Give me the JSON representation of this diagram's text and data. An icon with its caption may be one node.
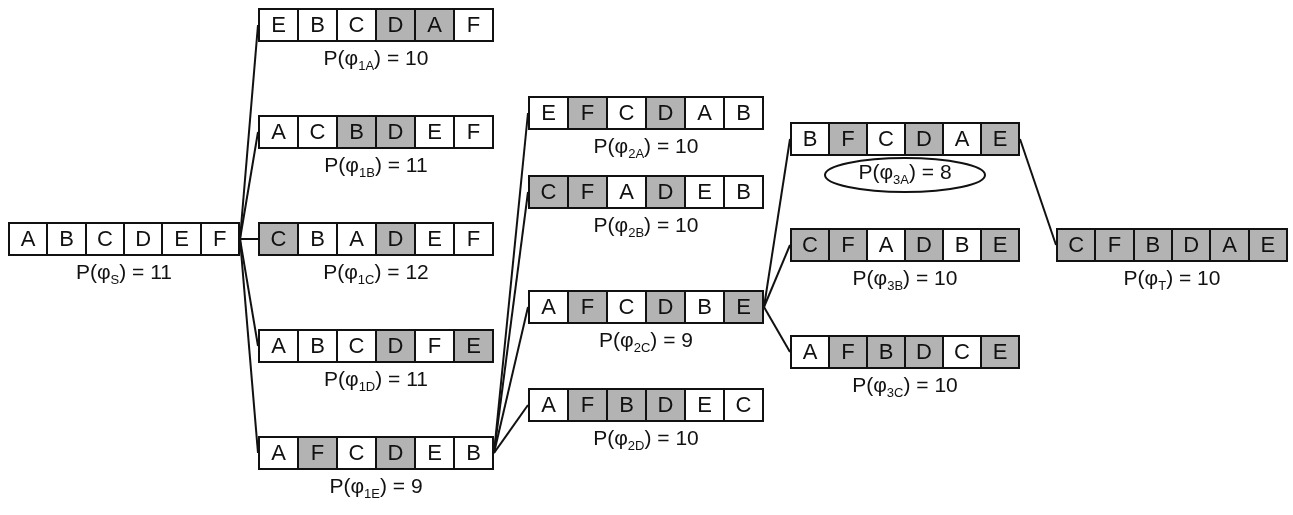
{
  "diagram": {
    "nodes": [
      {
        "text": [
          "A",
          "B",
          "C",
          "D",
          "E",
          "F"
        ],
        "beside": [
          "P(φ$_{S}$) = 11"
        ]
      },
      {
        "text": [
          "E",
          "B",
          "C",
          "D",
          "A",
          "F"
        ],
        "beside": [
          "P(φ$_{1A}$) = 10"
        ]
      },
      {
        "text": [
          "A",
          "C",
          "B",
          "D",
          "E",
          "F"
        ],
        "beside": [
          "P(φ$_{1B}$) = 11"
        ]
      },
      {
        "text": [
          "C",
          "B",
          "A",
          "D",
          "E",
          "F"
        ],
        "beside": [
          "P(φ$_{1C}$) = 12"
        ]
      },
      {
        "text": [
          "A",
          "B",
          "C",
          "D",
          "F",
          "E"
        ],
        "beside": [
          "P(φ$_{1D}$) = 11"
        ]
      },
      {
        "text": [
          "A",
          "F",
          "C",
          "D",
          "E",
          "B"
        ],
        "beside": [
          "P(φ$_{1E}$) = 9"
        ]
      },
      {
        "text": [
          "E",
          "F",
          "C",
          "D",
          "A",
          "B"
        ],
        "beside": [
          "P(φ$_{2A}$) = 10"
        ]
      },
      {
        "text": [
          "C",
          "F",
          "A",
          "D",
          "E",
          "B"
        ],
        "beside": [
          "P(φ$_{2B}$) = 10"
        ]
      },
      {
        "text": [
          "A",
          "F",
          "C",
          "D",
          "B",
          "E"
        ],
        "beside": [
          "P(φ$_{2C}$) = 9"
        ]
      },
      {
        "text": [
          "A",
          "F",
          "B",
          "D",
          "E",
          "C"
        ],
        "beside": [
          "P(φ$_{2D}$) = 10"
        ]
      },
      {
        "text": [
          "B",
          "F",
          "C",
          "D",
          "A",
          "E"
        ],
        "beside": [
          "P(φ$_{3A}$) = 8"
        ]
      },
      {
        "text": [
          "C",
          "F",
          "A",
          "D",
          "B",
          "E"
        ],
        "beside": [
          "P(φ$_{3B}$) = 10"
        ]
      },
      {
        "text": [
          "A",
          "F",
          "B",
          "D",
          "C",
          "E"
        ],
        "beside": [
          "P(φ$_{3C}$) = 10"
        ]
      },
      {
        "text": [
          "C",
          "F",
          "B",
          "D",
          "A",
          "E"
        ],
        "beside": [
          "P(φ$_{T}$) = 10"
        ]
      }
    ],
    "edges": [
      {
        "from": 0,
        "to": 1,
        "arrow": "none"
      },
      {
        "from": 0,
        "to": 2,
        "arrow": "none"
      },
      {
        "from": 0,
        "to": 3,
        "arrow": "none"
      },
      {
        "from": 0,
        "to": 4,
        "arrow": "none"
      },
      {
        "from": 0,
        "to": 5,
        "arrow": "none"
      },
      {
        "from": 5,
        "to": 6,
        "arrow": "none"
      },
      {
        "from": 5,
        "to": 7,
        "arrow": "none"
      },
      {
        "from": 5,
        "to": 8,
        "arrow": "none"
      },
      {
        "from": 5,
        "to": 9,
        "arrow": "none"
      },
      {
        "from": 8,
        "to": 10,
        "arrow": "none"
      },
      {
        "from": 8,
        "to": 11,
        "arrow": "none"
      },
      {
        "from": 8,
        "to": 12,
        "arrow": "none"
      },
      {
        "from": 10,
        "to": 13,
        "arrow": "none"
      }
    ]
  }
}
